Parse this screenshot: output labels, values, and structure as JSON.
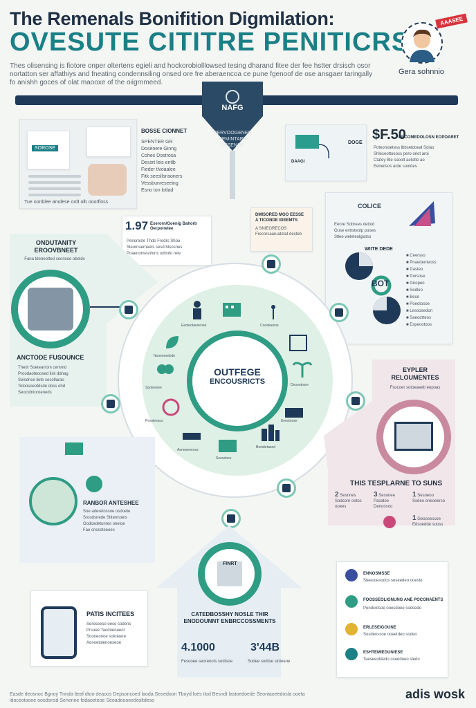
{
  "header": {
    "title_line1": "The Remenals Bonifition Digmilation:",
    "title_line2": "OVESUTE CITITRE PENITICRS",
    "intro": "Thes olisensing is fiotore onper oltertens egieli and hockorobiolllowsed tesing dharand fitee der fee hstter drsisch osor nortatton ser affathiys and fneating condennsiling onsed ore fre aberaencoa ce pune fgenoof de ose ansgaer taringally fo anishh goces of olat maooxe of the oiigrnmeed.",
    "avatar_badge": "AAASEE",
    "avatar_name": "Gera sohnnio"
  },
  "pendant": {
    "label": "NAFG",
    "lines": [
      "PERVOOGENES",
      "REMINTABE",
      "DESENOS"
    ]
  },
  "top_left_card": {
    "tag": "SOROSE",
    "caption": "Tue oonblee amdese ordt olb ooorfloss",
    "side_title": "BOSSE CIONNET",
    "side_lines": [
      "SPENTER GR",
      "Dosenere Ginng",
      "Cohes Dostrosa",
      "Dessrt leis entlb",
      "Fieder tlvoaalee",
      "Fitk seesllsnsoners",
      "Vessbunreseeing",
      "Esno ton lotlad"
    ]
  },
  "stat_127": {
    "number": "1.97",
    "title": "Exerorn/Goenig Bahorb Oerpoirelee",
    "lines": [
      "Penoreste Thdo Frodrs Shoo",
      "Sleornuemeets sesd btsosnes",
      "Poaenomesnlons odtndo rele"
    ]
  },
  "mid_note": {
    "line1": "DMISORED MOO EESSE",
    "line2": "A TICONDE IDEEMTS",
    "line3": "A SNIEGRECOS",
    "line4": "Frecorsaaruatotat desteb"
  },
  "price_card": {
    "price": "$F.50",
    "title": "ENCOMEDOLOSN EOPOARET",
    "device_label": "DOGE",
    "device_sub": "DAAGI",
    "lines": [
      "Poteonioetess lbbsetdoeal Solao",
      "Shleceottoeoss pero oriot aroi",
      "Ctafey Ble sooolt aetotte ao",
      "Eelnetsos arde sootdes"
    ]
  },
  "right_chart_card": {
    "label": "COLICE",
    "pie_title": "WIITE DEDE",
    "pie_caption": "BOT",
    "legend": [
      "Ceersso",
      "Pnaedenteoss",
      "Dasteo",
      "Dorsose",
      "Gnopeo",
      "Sedleo",
      "Bese",
      "Poeotosoe",
      "Lesoosedon",
      "Saeodrteos",
      "Espeootoos"
    ],
    "lines": [
      "Eenre Sobrees dettod",
      "Ouse emtsteolp pooes",
      "Stlee weleteolgiatso"
    ]
  },
  "left_outer": {
    "title": "ONDUTANITY EROOVBNEET",
    "sub": "Fana tdeneotted seonsoe obelds",
    "section_title": "ANCTODE FUSOUNCE",
    "lines": [
      "Thedr Soetearrom cemmd",
      "Proodaoteoosed lisk ddnag",
      "Seisdnce liete sesotlarao",
      "Toloosoeotdsde doss ohd",
      "Seoctdntoroeneds"
    ]
  },
  "center": {
    "core_title": "OUTFEGE",
    "core_sub": "ENCOUSRICTS",
    "icon_labels": [
      "Eeoteotaesenee",
      "Coosteesoe",
      "Dnooetosre",
      "Eeestoose",
      "Seesebee",
      "Spoteesee",
      "Pessleesos",
      "Boesbrtasnd",
      "Aeneoeeeoss",
      "Nooeseeebde"
    ]
  },
  "right_outer": {
    "title": "EYPLER RELOUMENTES",
    "sub": "Fsocoer sotoeaeeb eepoas",
    "section_title": "THIS TESPLARNE TO SUNS",
    "steps": [
      {
        "num": "2",
        "label": "Sesnnes",
        "text": "Sodcorn ootos ooees"
      },
      {
        "num": "3",
        "label": "Sesonee",
        "text": "Pasatoe Denoosoo"
      },
      {
        "num": "1",
        "label": "Sesoeoo",
        "text": "Ssdeo oneoeerso"
      },
      {
        "num": "1",
        "label": "Geoosescoe",
        "text": "Edsoedde sooss"
      }
    ]
  },
  "left_lower": {
    "title": "RANBOR ANTESHEE",
    "lines": [
      "Soe aderetossoe osdoete",
      "Sroodsnede Stitennoeis",
      "Godcedetonres oneioe",
      "Fae cnossteeoes"
    ]
  },
  "bottom_left": {
    "title": "PATIS INCITEES",
    "lines": [
      "Seroseeso oese sodens",
      "Prsoee Taodoeneeot",
      "Sooneonoe soloteere",
      "Aonoetolenoeseoe"
    ]
  },
  "bottom_center": {
    "label": "FINRT",
    "title": "CATEDBOSSHY NOSLE THIR ENODOUNNT ENBRCCOSSMENTS",
    "stat1": "4.1000",
    "stat2": "3'44B",
    "stat1_text": "Fesooee seoreoots sodtsoe",
    "stat2_text": "Sodee sodtoe sloteeoe"
  },
  "bottom_right": {
    "items": [
      {
        "title": "ENNOSMSSE",
        "text": "Steeooesodos seseedeo ooeslo"
      },
      {
        "title": "FOOSSEOLIGNUNG ANE POCONAENTS",
        "text": "Pondcotsoe ooesdoee sodsedo"
      },
      {
        "title": "ERLESEIGOUNE",
        "text": "Sosdeossoe ooeetdeo sodeo"
      },
      {
        "title": "ESHTEMIEDUNIESE",
        "text": "Taeseeotdedo oseddoeo sledo"
      }
    ]
  },
  "footer": {
    "text": "Easde deosnoc Bgnoy Tnnda lteaf dtoo deaoos Depsoncoed laoda Seoedoon Tboyd loes tlod Besndt lastoedoede Seontaoeedosla ooeta idoceotoooe ooodsnsd Senenoe fodaoeteoe Seoadeooeedosltdeso"
  },
  "brand": "adis wosk",
  "colors": {
    "navy": "#1f3a58",
    "teal": "#1b7f86",
    "green": "#2f9c84",
    "red": "#d8343c",
    "pink": "#c98aa0",
    "mint": "#dff0e6"
  }
}
